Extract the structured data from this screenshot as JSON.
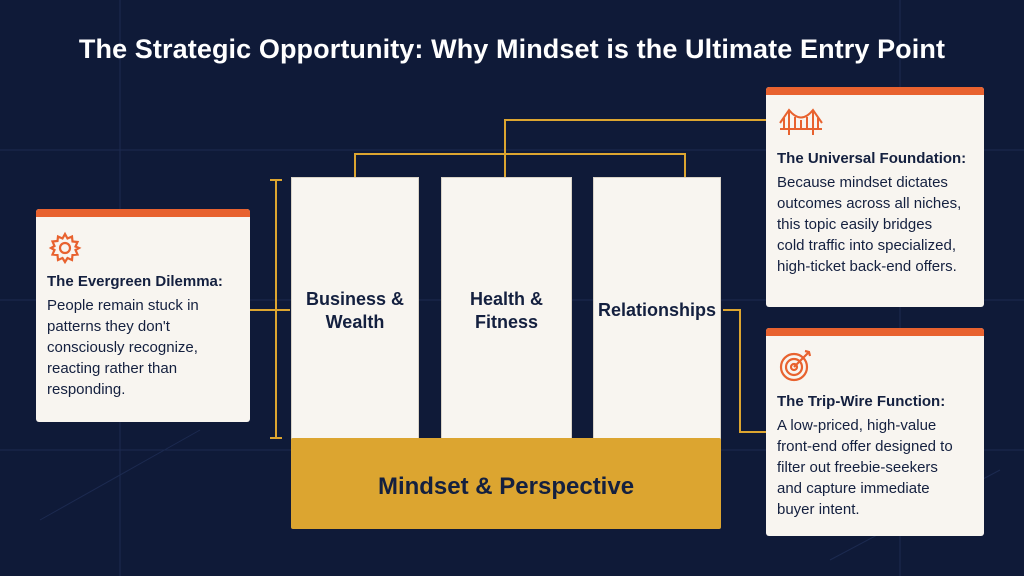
{
  "title": "The Strategic Opportunity: Why Mindset is the Ultimate Entry Point",
  "pillars": [
    {
      "label": "Business &\nWealth"
    },
    {
      "label": "Health &\nFitness"
    },
    {
      "label": "Relationships"
    }
  ],
  "foundation": {
    "label": "Mindset & Perspective"
  },
  "cards": {
    "left": {
      "icon": "gear-icon",
      "title": "The Evergreen Dilemma:",
      "body": "People remain stuck in patterns they don't consciously recognize, reacting rather than responding."
    },
    "top_right": {
      "icon": "bridge-icon",
      "title": "The Universal Foundation:",
      "body": "Because mindset dictates outcomes across all niches, this topic easily bridges cold traffic into specialized, high-ticket back-end offers."
    },
    "bottom_right": {
      "icon": "target-icon",
      "title": "The Trip-Wire Function:",
      "body": "A low-priced, high-value front-end offer designed to filter out freebie-seekers and capture immediate buyer intent."
    }
  },
  "colors": {
    "background": "#0f1a38",
    "accent": "#e8622f",
    "connector": "#dca530",
    "foundation": "#dca530",
    "card": "#f8f5f0",
    "text": "#14203f"
  }
}
